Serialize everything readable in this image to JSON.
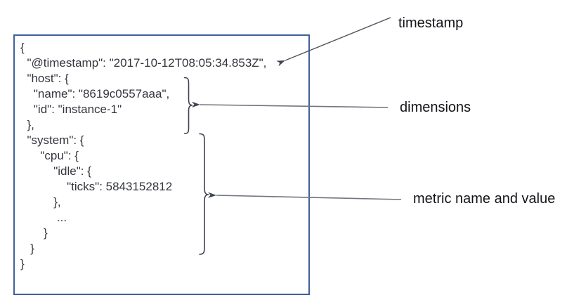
{
  "diagram": {
    "document_box": {
      "code_lines": [
        "{",
        "  \"@timestamp\": \"2017-10-12T08:05:34.853Z\",",
        "  \"host\": {",
        "    \"name\": \"8619c0557aaa\",",
        "    \"id\": \"instance-1\"",
        "  },",
        "  \"system\": {",
        "      \"cpu\": {",
        "          \"idle\": {",
        "              \"ticks\": 5843152812",
        "          },",
        "           ...",
        "       }",
        "   }",
        "}"
      ],
      "timestamp_value": "2017-10-12T08:05:34.853Z",
      "host_name": "8619c0557aaa",
      "host_id": "instance-1",
      "metric_path": "system.cpu.idle.ticks",
      "metric_value": "5843152812"
    },
    "labels": {
      "timestamp": "timestamp",
      "dimensions": "dimensions",
      "metric": "metric name and value"
    },
    "colors": {
      "box_border": "#41609c",
      "connector_line": "#70767f",
      "diagonal_line": "#4d525b",
      "arrowhead": "#3f4450",
      "brace": "#3f4450",
      "code_text": "#33363d",
      "label_text": "#121418"
    }
  }
}
